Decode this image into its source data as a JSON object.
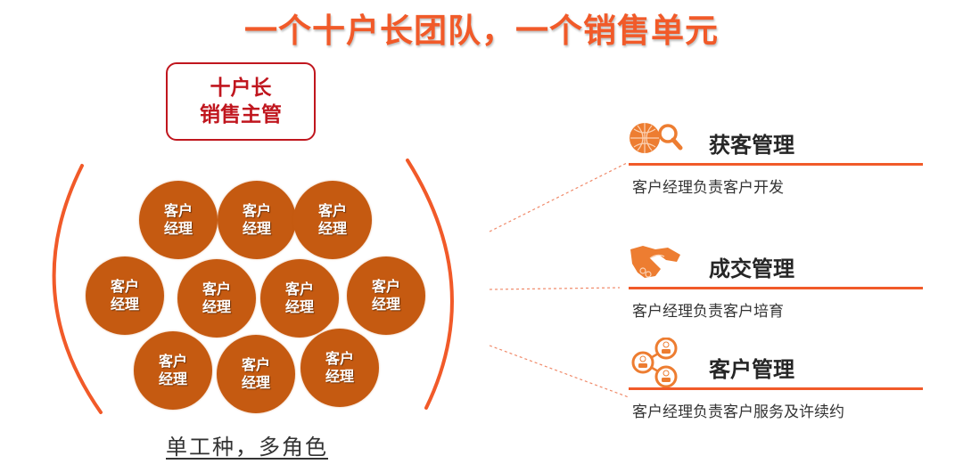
{
  "title": "一个十户长团队，一个销售单元",
  "leader": {
    "line1": "十户长",
    "line2": "销售主管"
  },
  "members": [
    {
      "line1": "客户",
      "line2": "经理"
    },
    {
      "line1": "客户",
      "line2": "经理"
    },
    {
      "line1": "客户",
      "line2": "经理"
    },
    {
      "line1": "客户",
      "line2": "经理"
    },
    {
      "line1": "客户",
      "line2": "经理"
    },
    {
      "line1": "客户",
      "line2": "经理"
    },
    {
      "line1": "客户",
      "line2": "经理"
    },
    {
      "line1": "客户",
      "line2": "经理"
    },
    {
      "line1": "客户",
      "line2": "经理"
    },
    {
      "line1": "客户",
      "line2": "经理"
    }
  ],
  "caption": "单工种，多角色",
  "sections": [
    {
      "icon": "globe-search-icon",
      "title": "获客管理",
      "desc": "客户经理负责客户开发"
    },
    {
      "icon": "handshake-icon",
      "title": "成交管理",
      "desc": "客户经理负责客户培育"
    },
    {
      "icon": "customer-network-icon",
      "title": "客户管理",
      "desc": "客户经理负责客户服务及许续约"
    }
  ],
  "colors": {
    "accent": "#f15a29",
    "leader_red": "#c0161e",
    "member_fill": "#c55a11",
    "icon_orange": "#ed7d31",
    "text_dark": "#262626"
  }
}
